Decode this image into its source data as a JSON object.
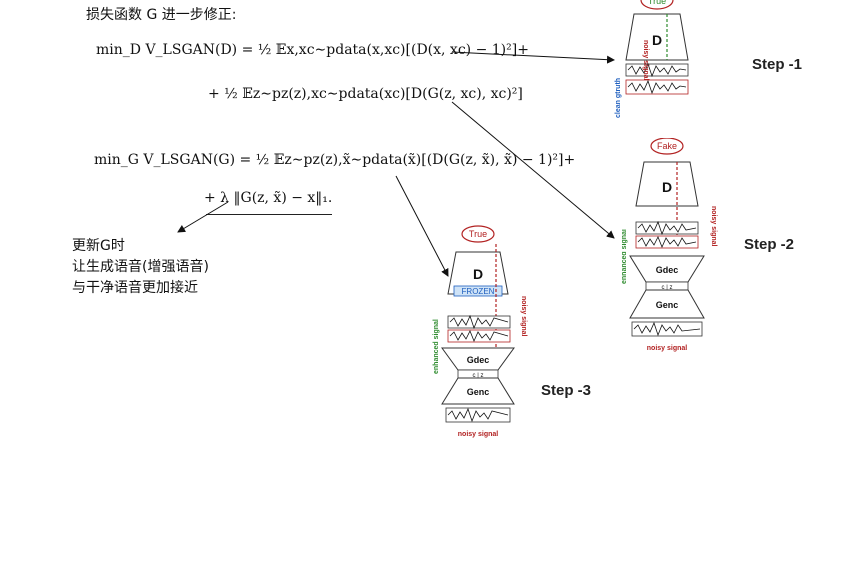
{
  "heading": "损失函数 G 进一步修正:",
  "equations": {
    "d_line1": "min_D V_LSGAN(D) = ½ 𝔼x,xc∼pdata(x,xc)[(D(x, xc) − 1)²]+",
    "d_line2": "+ ½ 𝔼z∼pz(z),xc∼pdata(xc)[D(G(z, xc), xc)²]",
    "g_line1": "min_G V_LSGAN(G) = ½ 𝔼z∼pz(z),x̃∼pdata(x̃)[(D(G(z, x̃), x̃) − 1)²]+",
    "g_line2": "+ λ ‖G(z, x̃) − x‖₁."
  },
  "note": {
    "line1": "更新G时",
    "line2": "让生成语音(增强语音)",
    "line3": "与干净语音更加接近"
  },
  "steps": {
    "step1": "Step -1",
    "step2": "Step -2",
    "step3": "Step -3"
  },
  "diagram": {
    "true_label": "True",
    "fake_label": "Fake",
    "d_label": "D",
    "frozen_label": "FROZEN",
    "gdec_label": "Gdec",
    "genc_label": "Genc",
    "cz_label": "c | z",
    "clean_label": "clean gtruth",
    "noisy_label": "noisy signal",
    "enhanced_label": "enhanced signal"
  },
  "colors": {
    "red": "#b22222",
    "green": "#2e8b2e",
    "blue": "#1f5fbf",
    "frozen_bg": "#cfe3f7"
  }
}
